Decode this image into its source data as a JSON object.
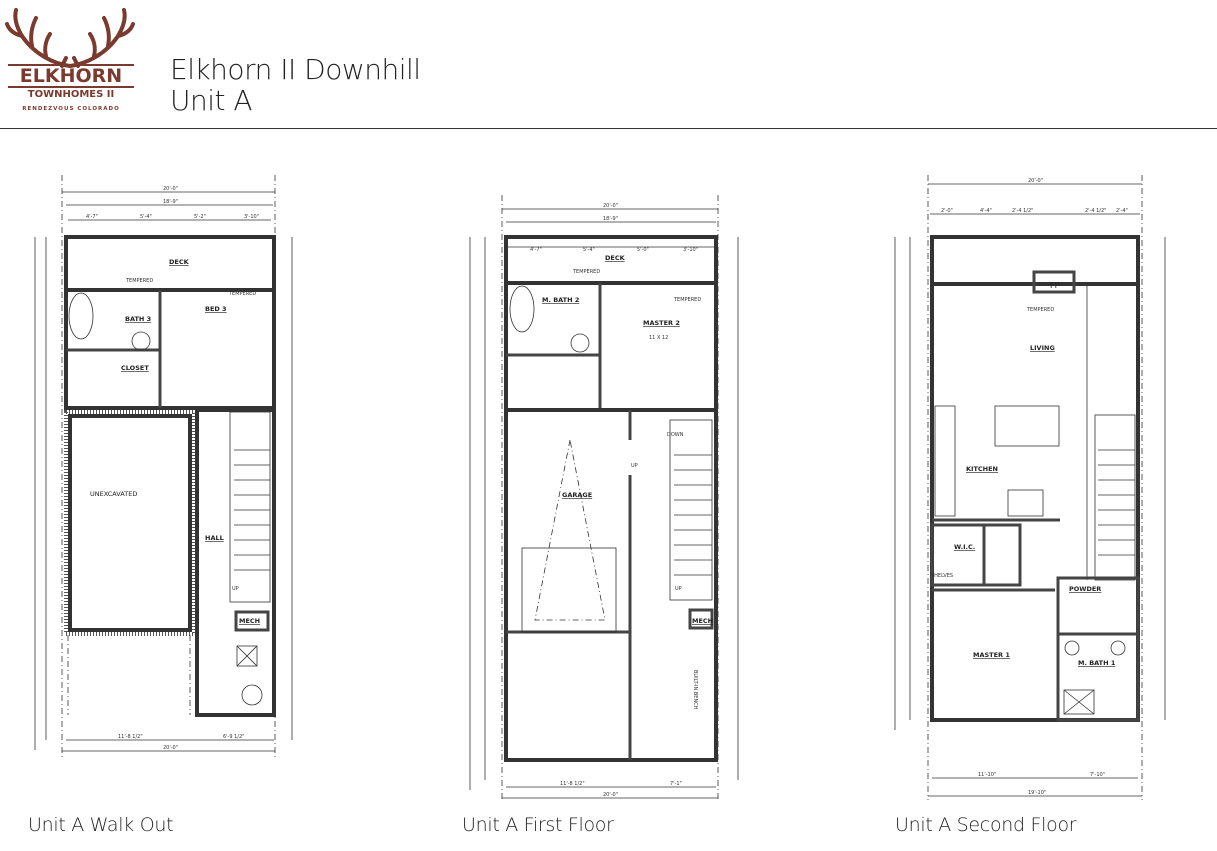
{
  "logo": {
    "line1": "ELKHORN",
    "line2": "TOWNHOMES II",
    "line3": "RENDEZVOUS COLORADO",
    "color": "#7a3a2e"
  },
  "header": {
    "title_line1": "Elkhorn II Downhill",
    "title_line2": "Unit A"
  },
  "plans": [
    {
      "caption": "Unit A Walk Out",
      "overall_width": "20'-0\"",
      "inner_width": "18'-9\"",
      "segments": [
        "4'-7\"",
        "5'-4\"",
        "5'-2\"",
        "3'-10\""
      ],
      "bottom_segments": [
        "11'-8 1/2\"",
        "6'-9 1/2\""
      ],
      "rooms": {
        "deck": "DECK",
        "bed": "BED 3",
        "bath": "BATH 3",
        "closet": "CLOSET",
        "unexcavated": "UNEXCAVATED",
        "hall": "HALL",
        "mech": "MECH"
      },
      "notes": {
        "tempered": "TEMPERED",
        "up": "UP"
      }
    },
    {
      "caption": "Unit A First Floor",
      "overall_width": "20'-0\"",
      "inner_width": "18'-9\"",
      "segments": [
        "4'-7\"",
        "5'-4\"",
        "5'-0\"",
        "3'-10\""
      ],
      "bottom_segments": [
        "11'-8 1/2\"",
        "7'-1\""
      ],
      "rooms": {
        "deck": "DECK",
        "bath": "M. BATH 2",
        "master": "MASTER 2",
        "master_size": "11 X 12",
        "garage": "GARAGE",
        "mech": "MECH"
      },
      "notes": {
        "tempered": "TEMPERED",
        "up": "UP",
        "down": "DOWN",
        "bench": "BUILT-IN BENCH"
      }
    },
    {
      "caption": "Unit A Second Floor",
      "overall_width": "20'-0\"",
      "inner_width": "19'-10\"",
      "segments": [
        "2'-0\"",
        "4'-4\"",
        "2'-4 1/2\"",
        "2'-4 1/2\"",
        "2'-4\""
      ],
      "bottom_segments": [
        "11'-10\"",
        "7'-10\""
      ],
      "rooms": {
        "living": "LIVING",
        "kitchen": "KITCHEN",
        "fp": "FP",
        "wic": "W.I.C.",
        "powder": "POWDER",
        "master": "MASTER 1",
        "bath": "M. BATH 1"
      },
      "notes": {
        "tempered": "TEMPERED",
        "shelves": "SHELVES"
      }
    }
  ]
}
